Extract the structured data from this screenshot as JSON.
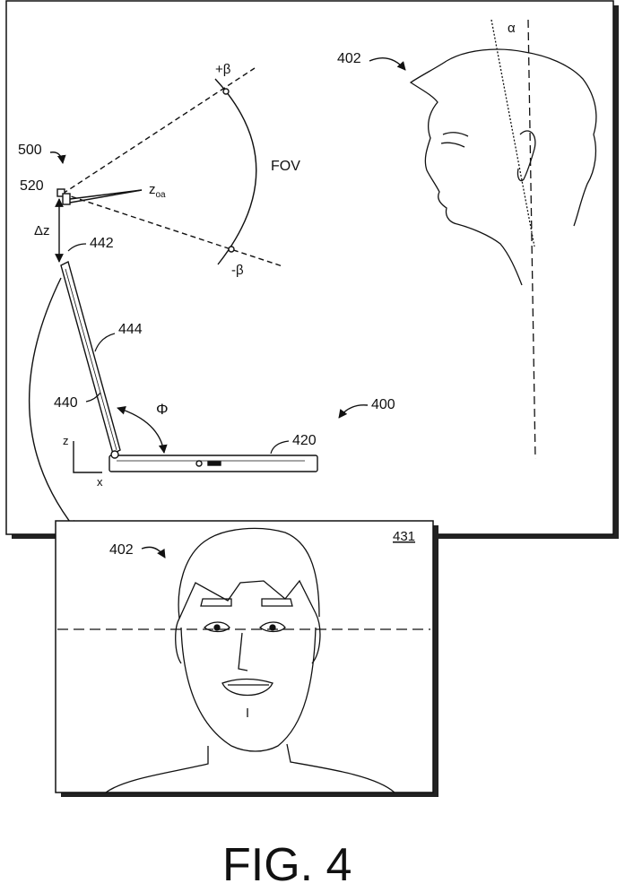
{
  "labels": {
    "alpha": "α",
    "head_side_ref": "402",
    "plus_beta": "+β",
    "minus_beta": "-β",
    "fov": "FOV",
    "camera_assembly": "500",
    "camera": "520",
    "z_oa": "z",
    "z_oa_sub": "oa",
    "delta_z": "Δz",
    "lid_top": "442",
    "lid": "444",
    "display": "440",
    "phi": "Φ",
    "system": "400",
    "base": "420",
    "axis_z": "z",
    "axis_x": "x",
    "head_front_ref": "402",
    "screen": "431"
  },
  "caption": "FIG. 4"
}
